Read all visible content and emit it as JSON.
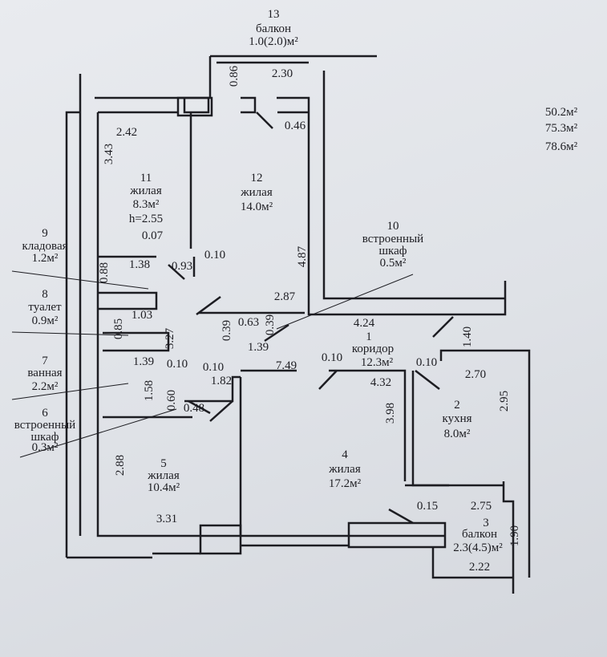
{
  "totals": {
    "living": "50.2м²",
    "total": "75.3м²",
    "total_with_balcony": "78.6м²"
  },
  "rooms": {
    "r1": {
      "num": "1",
      "name": "коридор",
      "area": "12.3м²"
    },
    "r2": {
      "num": "2",
      "name": "кухня",
      "area": "8.0м²"
    },
    "r3": {
      "num": "3",
      "name": "балкон",
      "area": "2.3(4.5)м²"
    },
    "r4": {
      "num": "4",
      "name": "жилая",
      "area": "17.2м²"
    },
    "r5": {
      "num": "5",
      "name": "жилая",
      "area": "10.4м²"
    },
    "r6": {
      "num": "6",
      "name": "встроенный",
      "name2": "шкаф",
      "area": "0.3м²"
    },
    "r7": {
      "num": "7",
      "name": "ванная",
      "area": "2.2м²"
    },
    "r8": {
      "num": "8",
      "name": "туалет",
      "area": "0.9м²"
    },
    "r9": {
      "num": "9",
      "name": "кладовая",
      "area": "1.2м²"
    },
    "r10": {
      "num": "10",
      "name": "встроенный",
      "name2": "шкаф",
      "area": "0.5м²"
    },
    "r11": {
      "num": "11",
      "name": "жилая",
      "area": "8.3м²",
      "height": "h=2.55"
    },
    "r12": {
      "num": "12",
      "name": "жилая",
      "area": "14.0м²"
    },
    "r13": {
      "num": "13",
      "name": "балкон",
      "area": "1.0(2.0)м²"
    }
  },
  "dims": {
    "d0_86": "0.86",
    "d2_30": "2.30",
    "d0_46": "0.46",
    "d2_42": "2.42",
    "d3_43": "3.43",
    "d0_07": "0.07",
    "d1_38": "1.38",
    "d0_93": "0.93",
    "d0_10a": "0.10",
    "d0_88": "0.88",
    "d4_87": "4.87",
    "d2_87": "2.87",
    "d1_03": "1.03",
    "d0_85": "0.85",
    "d3_27": "3.27",
    "d0_39a": "0.39",
    "d0_63": "0.63",
    "d0_39b": "0.39",
    "d1_39a": "1.39",
    "d4_24": "4.24",
    "d0_10b": "0.10",
    "d0_10c": "0.10",
    "d1_40": "1.40",
    "d7_49": "7.49",
    "d4_32": "4.32",
    "d2_70": "2.70",
    "d1_39b": "1.39",
    "d0_10d": "0.10",
    "d0_10e": "0.10",
    "d1_82": "1.82",
    "d1_58": "1.58",
    "d0_60": "0.60",
    "d0_48": "0.48",
    "d3_98": "3.98",
    "d2_95": "2.95",
    "d2_88": "2.88",
    "d0_15": "0.15",
    "d2_75": "2.75",
    "d3_31": "3.31",
    "d1_90": "1.90",
    "d2_22": "2.22"
  }
}
